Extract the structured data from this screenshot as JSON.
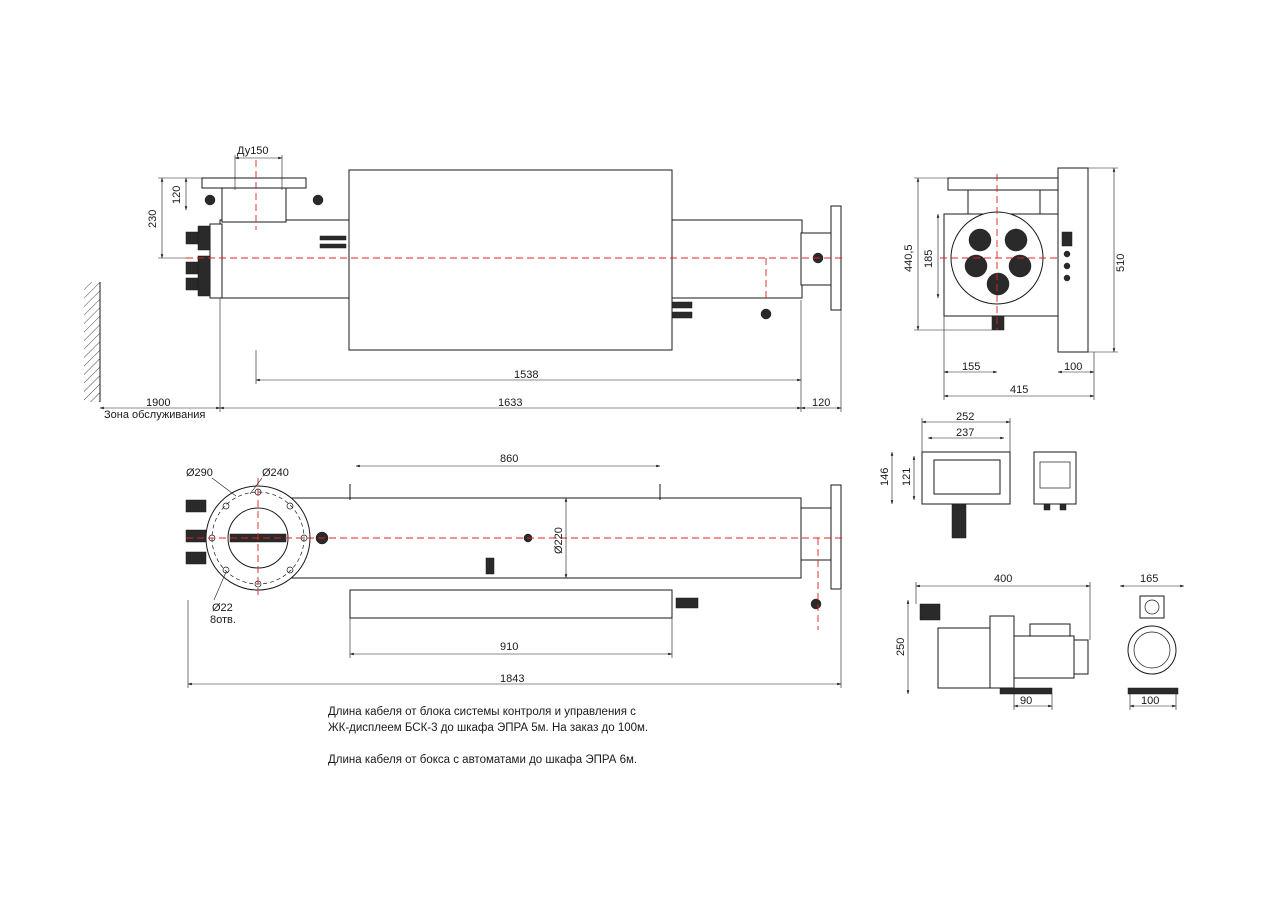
{
  "colors": {
    "line": "#1a1a1a",
    "axis": "#e02020",
    "background": "#ffffff"
  },
  "side_view": {
    "dn_label": "Ду150",
    "dims": {
      "h_flange": "120",
      "h_total": "230",
      "length_lamp": "1538",
      "length_body": "1633",
      "service_zone": "1900",
      "flange_right": "120"
    },
    "service_zone_label": "Зона обслуживания"
  },
  "end_view": {
    "dims": {
      "height": "440,5",
      "center": "185",
      "total_h": "510",
      "left": "155",
      "right": "100",
      "width": "415"
    }
  },
  "plan_view": {
    "dims": {
      "d_outer": "Ø290",
      "d_bolt": "Ø240",
      "hole": "Ø22",
      "holes_count": "8отв.",
      "span_top": "860",
      "diameter": "Ø220",
      "span_bottom": "910",
      "length_total": "1843"
    }
  },
  "control_unit": {
    "dims": {
      "w_outer": "252",
      "w_inner": "237",
      "h_outer": "146",
      "h_inner": "121"
    }
  },
  "pump": {
    "dims": {
      "length": "400",
      "height": "250",
      "foot": "90",
      "width": "165",
      "base": "100"
    }
  },
  "notes": [
    "Длина кабеля от блока системы контроля и управления с",
    "ЖК-дисплеем БСК-3 до шкафа ЭПРА 5м. На заказ до 100м.",
    "Длина кабеля от бокса с автоматами до шкафа ЭПРА 6м."
  ]
}
